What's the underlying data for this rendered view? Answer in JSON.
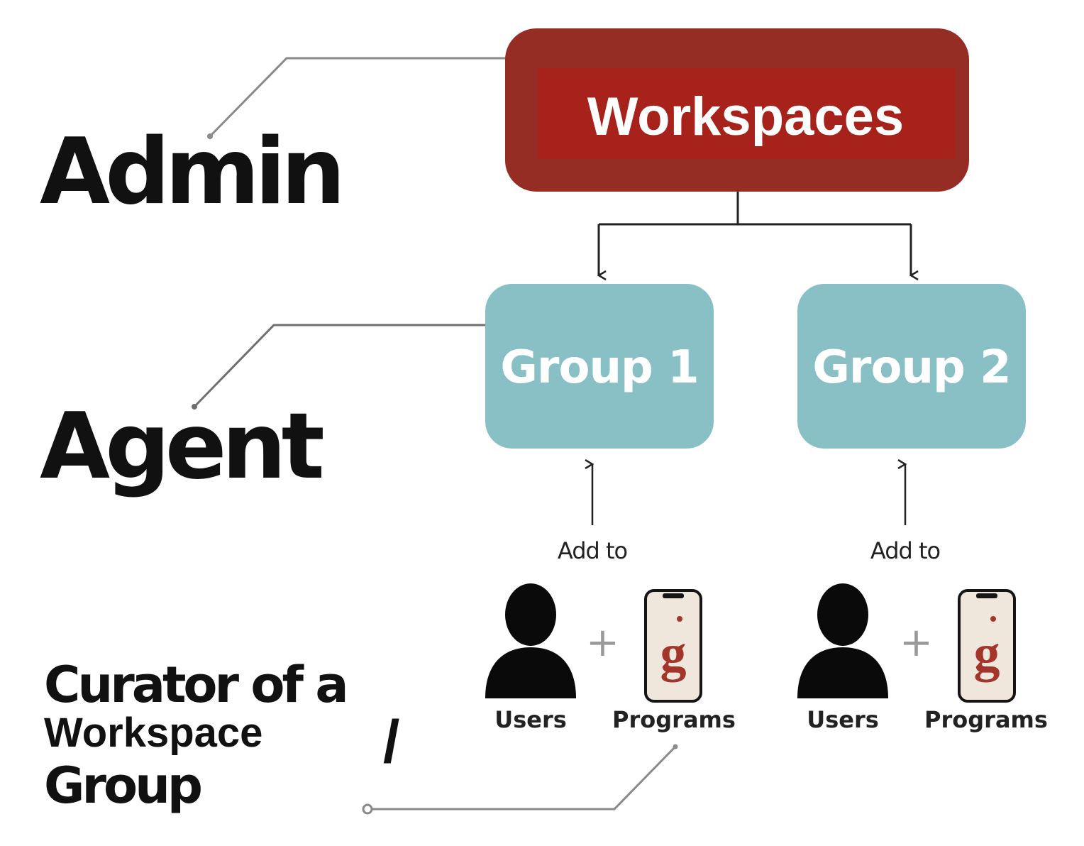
{
  "roles": {
    "admin": "Admin",
    "agent": "Agent",
    "curator_line1": "Curator of a",
    "curator_line2": "Workspace",
    "curator_line3": "Group",
    "slash": "/"
  },
  "workspaces": {
    "label": "Workspaces"
  },
  "groups": [
    {
      "label": "Group 1",
      "add_to": "Add to",
      "users_label": "Users",
      "programs_label": "Programs",
      "plus": "+",
      "program_glyph": "g"
    },
    {
      "label": "Group 2",
      "add_to": "Add to",
      "users_label": "Users",
      "programs_label": "Programs",
      "plus": "+",
      "program_glyph": "g"
    }
  ],
  "colors": {
    "workspaces_outer": "#952d24",
    "workspaces_inner": "#a6221a",
    "group_fill": "#88c0c6",
    "connector": "#7a7a7a",
    "program_screen": "#efe6dc",
    "program_glyph": "#a3352b"
  },
  "icons": {
    "users": "person-icon",
    "programs": "phone-app-icon"
  }
}
